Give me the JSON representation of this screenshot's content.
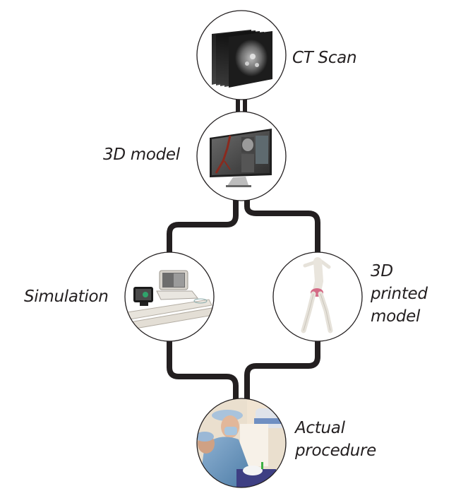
{
  "nodes": {
    "ct_scan": {
      "label": "CT Scan",
      "image": "ct-scan-slices"
    },
    "model_3d": {
      "label": "3D model",
      "image": "monitor-3d-model"
    },
    "simulation": {
      "label": "Simulation",
      "image": "simulator-device"
    },
    "printed_model": {
      "label_lines": [
        "3D",
        "printed",
        "model"
      ],
      "image": "3d-printed-aorta"
    },
    "actual_procedure": {
      "label_lines": [
        "Actual",
        "procedure"
      ],
      "image": "surgeon-photo"
    }
  },
  "flow": [
    [
      "ct_scan",
      "model_3d"
    ],
    [
      "model_3d",
      "simulation"
    ],
    [
      "model_3d",
      "printed_model"
    ],
    [
      "simulation",
      "actual_procedure"
    ],
    [
      "printed_model",
      "actual_procedure"
    ]
  ],
  "colors": {
    "connector": "#231f20",
    "circle_stroke": "#231f20"
  }
}
